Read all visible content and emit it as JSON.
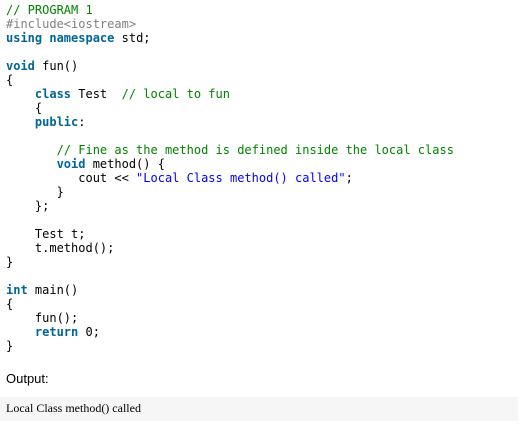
{
  "colors": {
    "default": "#000000",
    "comment": "#008200",
    "preprocessor": "#808080",
    "keyword": "#006699",
    "string": "#0000ff",
    "output_bg": "#f6f6f6"
  },
  "code_lines": [
    [
      {
        "t": "// PROGRAM 1",
        "k": "comment"
      }
    ],
    [
      {
        "t": "#include<iostream>",
        "k": "preprocessor"
      }
    ],
    [
      {
        "t": "using",
        "k": "keyword"
      },
      {
        "t": " ",
        "k": "default"
      },
      {
        "t": "namespace",
        "k": "keyword"
      },
      {
        "t": " std;",
        "k": "default"
      }
    ],
    [],
    [
      {
        "t": "void",
        "k": "keyword"
      },
      {
        "t": " fun()",
        "k": "default"
      }
    ],
    [
      {
        "t": "{",
        "k": "default"
      }
    ],
    [
      {
        "t": "    ",
        "k": "default"
      },
      {
        "t": "class",
        "k": "keyword"
      },
      {
        "t": " Test  ",
        "k": "default"
      },
      {
        "t": "// local to fun",
        "k": "comment"
      }
    ],
    [
      {
        "t": "    {",
        "k": "default"
      }
    ],
    [
      {
        "t": "    ",
        "k": "default"
      },
      {
        "t": "public",
        "k": "keyword"
      },
      {
        "t": ":",
        "k": "default"
      }
    ],
    [],
    [
      {
        "t": "       ",
        "k": "default"
      },
      {
        "t": "// Fine as the method is defined inside the local class",
        "k": "comment"
      }
    ],
    [
      {
        "t": "       ",
        "k": "default"
      },
      {
        "t": "void",
        "k": "keyword"
      },
      {
        "t": " method() {",
        "k": "default"
      }
    ],
    [
      {
        "t": "          cout << ",
        "k": "default"
      },
      {
        "t": "\"Local Class method() called\"",
        "k": "string"
      },
      {
        "t": ";",
        "k": "default"
      }
    ],
    [
      {
        "t": "       }",
        "k": "default"
      }
    ],
    [
      {
        "t": "    };",
        "k": "default"
      }
    ],
    [],
    [
      {
        "t": "    Test t;",
        "k": "default"
      }
    ],
    [
      {
        "t": "    t.method();",
        "k": "default"
      }
    ],
    [
      {
        "t": "}",
        "k": "default"
      }
    ],
    [],
    [
      {
        "t": "int",
        "k": "keyword"
      },
      {
        "t": " main()",
        "k": "default"
      }
    ],
    [
      {
        "t": "{",
        "k": "default"
      }
    ],
    [
      {
        "t": "    fun();",
        "k": "default"
      }
    ],
    [
      {
        "t": "    ",
        "k": "default"
      },
      {
        "t": "return",
        "k": "keyword"
      },
      {
        "t": " 0;",
        "k": "default"
      }
    ],
    [
      {
        "t": "}",
        "k": "default"
      }
    ]
  ],
  "output": {
    "label": "Output:",
    "text": "Local Class method() called"
  }
}
